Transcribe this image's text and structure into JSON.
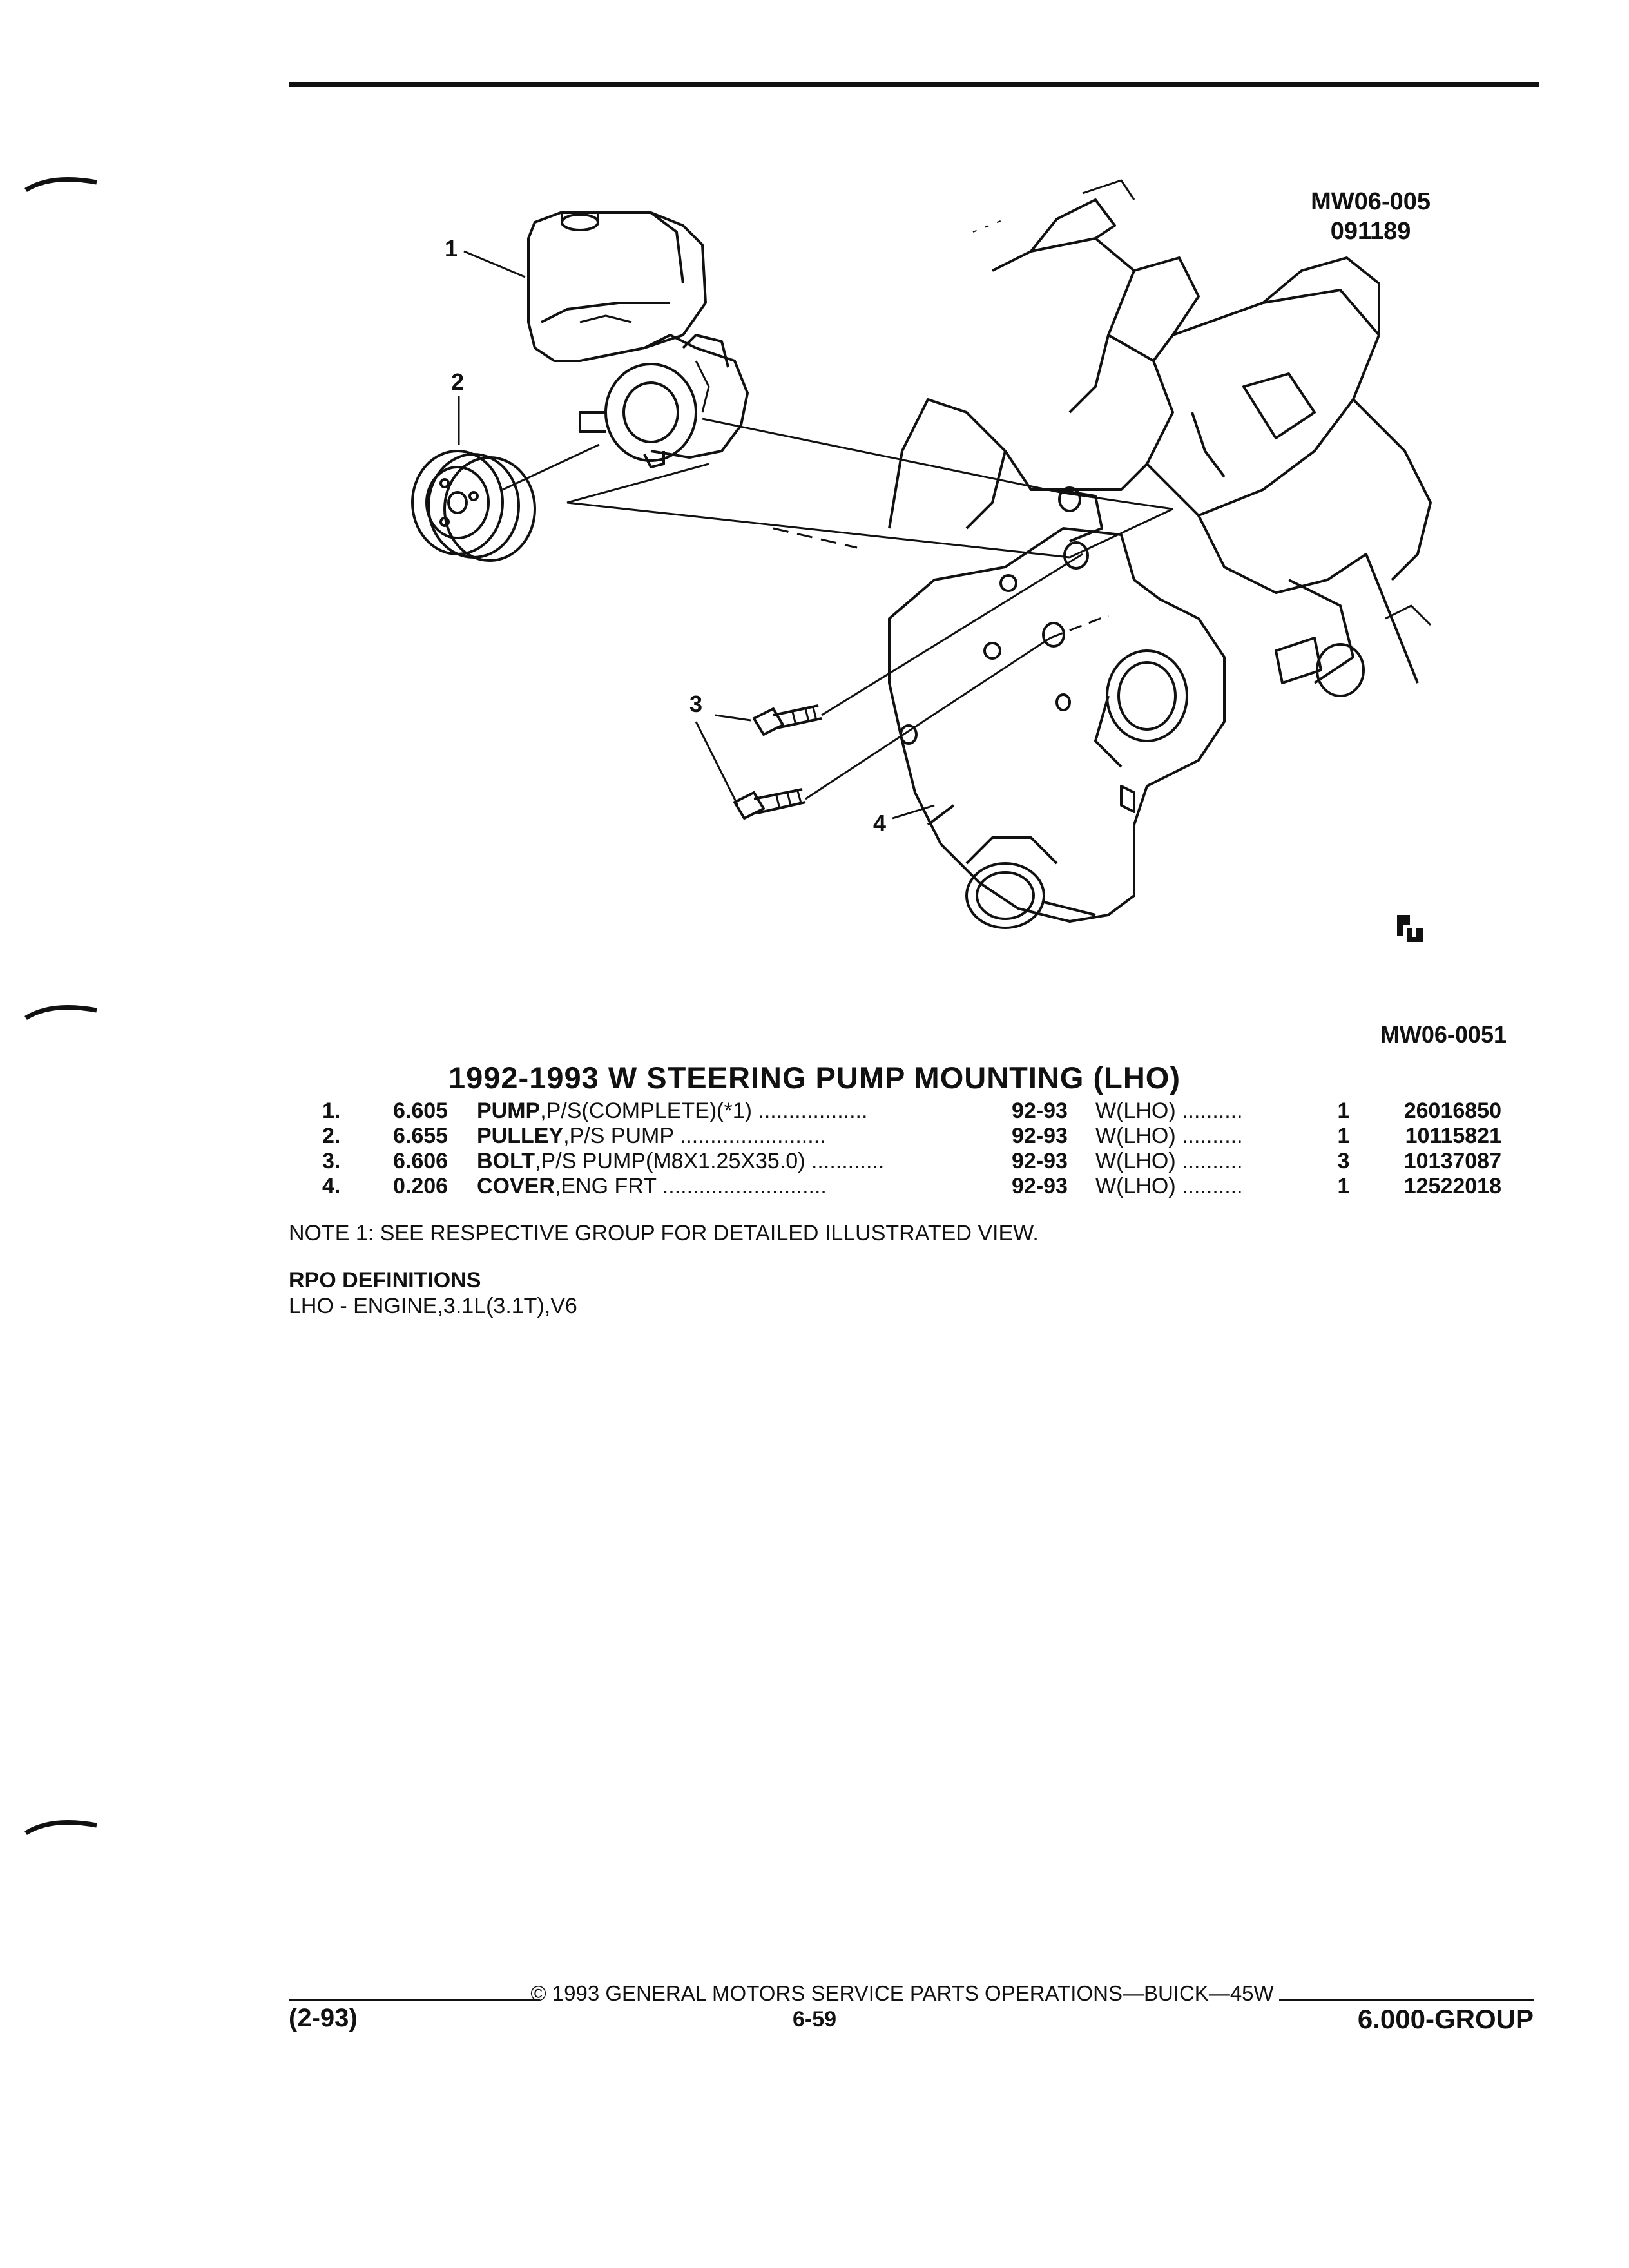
{
  "header": {
    "drawing_code": "MW06-005",
    "drawing_date": "091189"
  },
  "figure": {
    "callouts": [
      "1",
      "2",
      "3",
      "4"
    ],
    "reference": "MW06-0051",
    "mark_icon": "gm-service-parts-mark-icon"
  },
  "title": "1992-1993 W STEERING PUMP MOUNTING (LHO)",
  "parts": [
    {
      "index": "1.",
      "code": "6.605",
      "name": "PUMP",
      "detail": ",P/S(COMPLETE)(*1)",
      "leader": " ..................",
      "years": "92-93",
      "body": "W(LHO) ..........",
      "qty": "1",
      "part_number": "26016850"
    },
    {
      "index": "2.",
      "code": "6.655",
      "name": "PULLEY",
      "detail": ",P/S PUMP",
      "leader": " ........................",
      "years": "92-93",
      "body": "W(LHO) ..........",
      "qty": "1",
      "part_number": "10115821"
    },
    {
      "index": "3.",
      "code": "6.606",
      "name": "BOLT",
      "detail": ",P/S PUMP(M8X1.25X35.0)",
      "leader": " ............",
      "years": "92-93",
      "body": "W(LHO) ..........",
      "qty": "3",
      "part_number": "10137087"
    },
    {
      "index": "4.",
      "code": "0.206",
      "name": "COVER",
      "detail": ",ENG FRT",
      "leader": " ...........................",
      "years": "92-93",
      "body": "W(LHO) ..........",
      "qty": "1",
      "part_number": "12522018"
    }
  ],
  "note": "NOTE 1: SEE RESPECTIVE GROUP FOR DETAILED ILLUSTRATED VIEW.",
  "rpo": {
    "heading": "RPO DEFINITIONS",
    "items": [
      "LHO - ENGINE,3.1L(3.1T),V6"
    ]
  },
  "footer": {
    "copyright": "© 1993 GENERAL MOTORS SERVICE PARTS OPERATIONS—BUICK—45W",
    "date_code": "(2-93)",
    "page_number": "6-59",
    "group": "6.000-GROUP"
  }
}
